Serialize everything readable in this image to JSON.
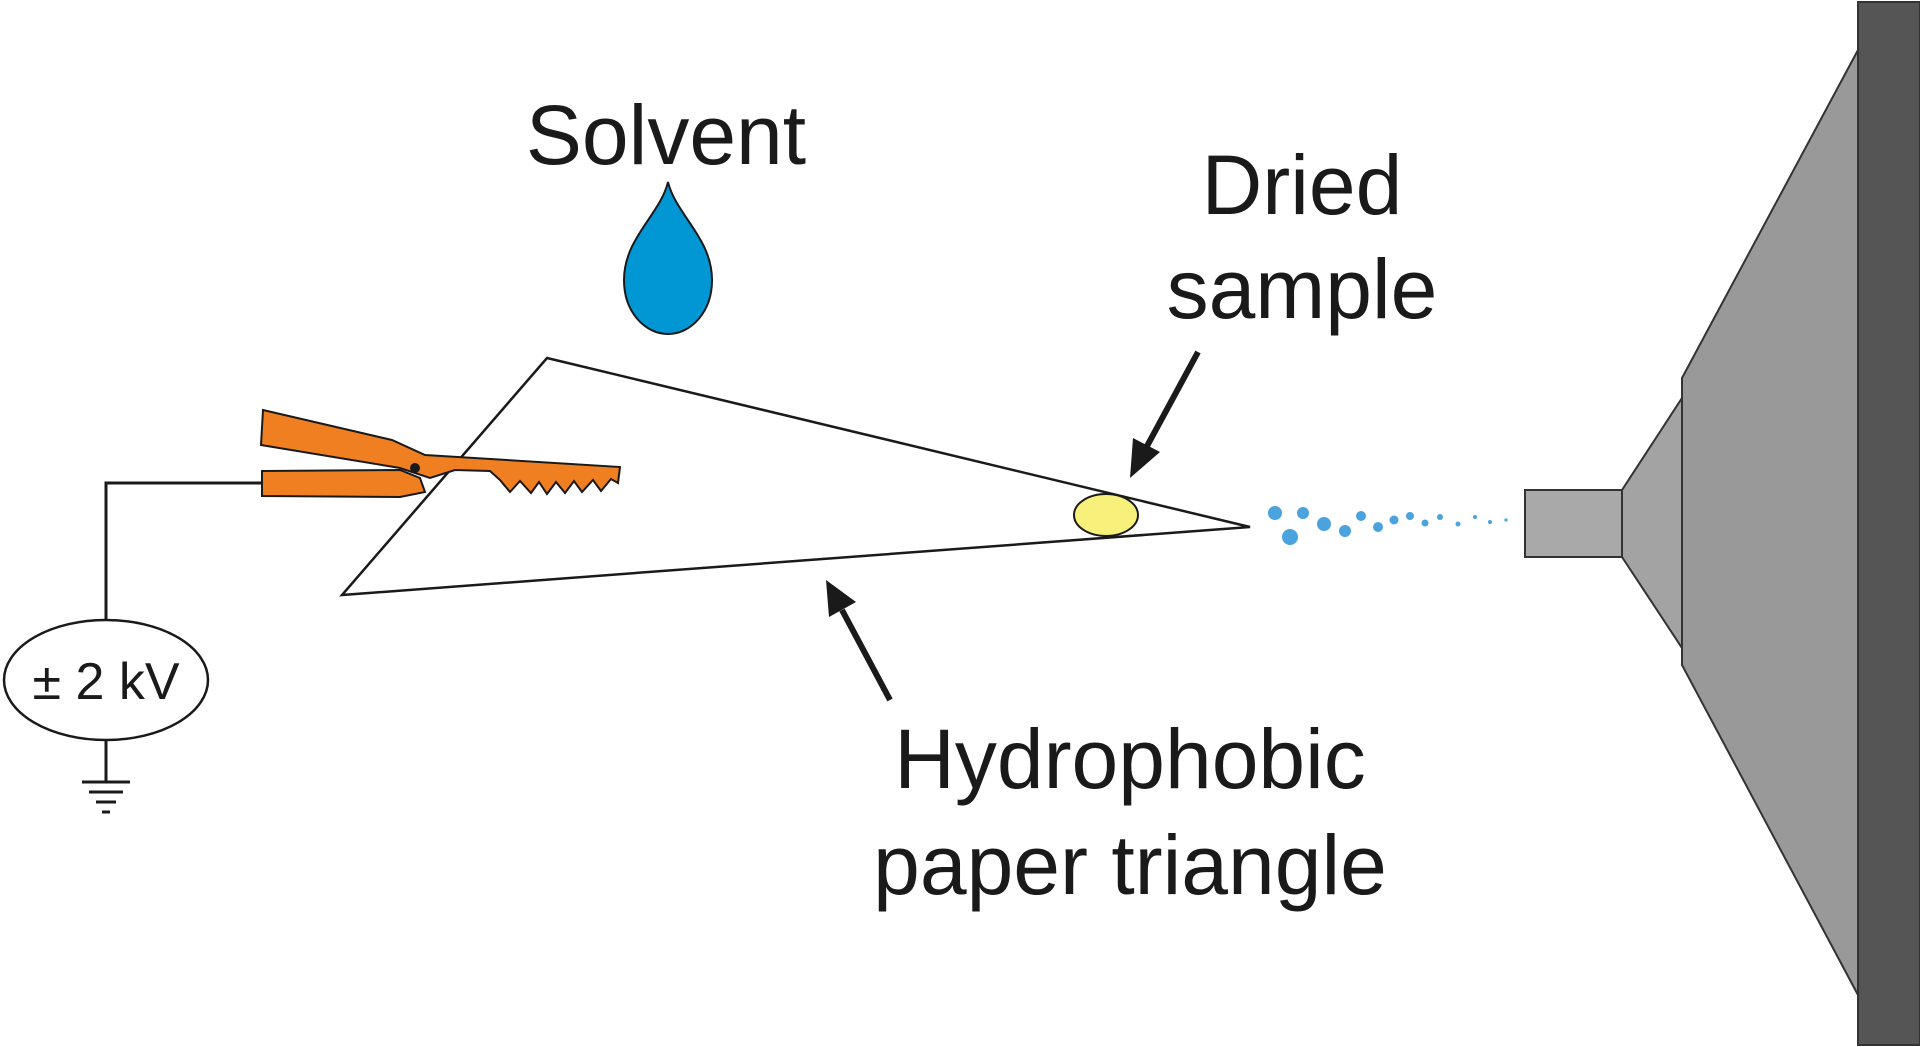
{
  "labels": {
    "solvent": "Solvent",
    "dried_sample_line1": "Dried",
    "dried_sample_line2": "sample",
    "paper_line1": "Hydrophobic",
    "paper_line2": "paper triangle",
    "voltage": "± 2 kV"
  },
  "colors": {
    "droplet": "#0097d4",
    "clip": "#f07f22",
    "sample_spot": "#f7f07a",
    "spray": "#4aa3dc",
    "inlet_light": "#a9a9a9",
    "inlet_mid": "#999999",
    "inlet_dark": "#555555",
    "ink": "#1a1a1a"
  }
}
